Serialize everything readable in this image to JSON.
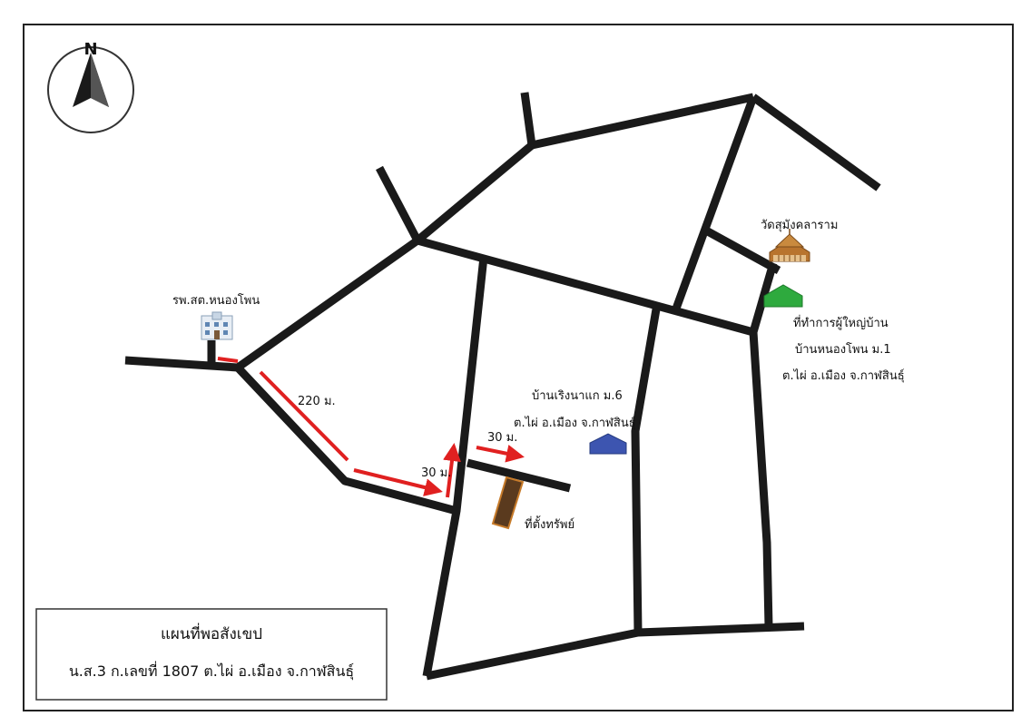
{
  "map": {
    "north_label": "N",
    "places": {
      "health_center": "รพ.สต.หนองโพน",
      "temple": "วัดสุมังคลาราม",
      "headman_office_line1": "ที่ทำการผู้ใหญ่บ้าน",
      "headman_office_line2": "บ้านหนองโพน ม.1",
      "headman_office_line3": "ต.ไผ่ อ.เมือง จ.กาฬสินธุ์",
      "village_line1": "บ้านเริงนาแก ม.6",
      "village_line2": "ต.ไผ่ อ.เมือง จ.กาฬสินธุ์",
      "property": "ที่ตั้งทรัพย์"
    },
    "distances": {
      "d1": "220 ม.",
      "d2": "30 ม.",
      "d3": "30 ม."
    },
    "title_box": {
      "line1": "แผนที่พอสังเขป",
      "line2": "น.ส.3 ก.เลขที่ 1807 ต.ไผ่ อ.เมือง จ.กาฬสินธุ์"
    },
    "colors": {
      "road": "#1a1a1a",
      "route_arrow": "#e02020",
      "headman_office": "#2eaa3e",
      "village_marker": "#3d55b0",
      "property_fill": "#5a3a1e",
      "property_border": "#c77b2a",
      "temple": "#b8742e"
    }
  }
}
